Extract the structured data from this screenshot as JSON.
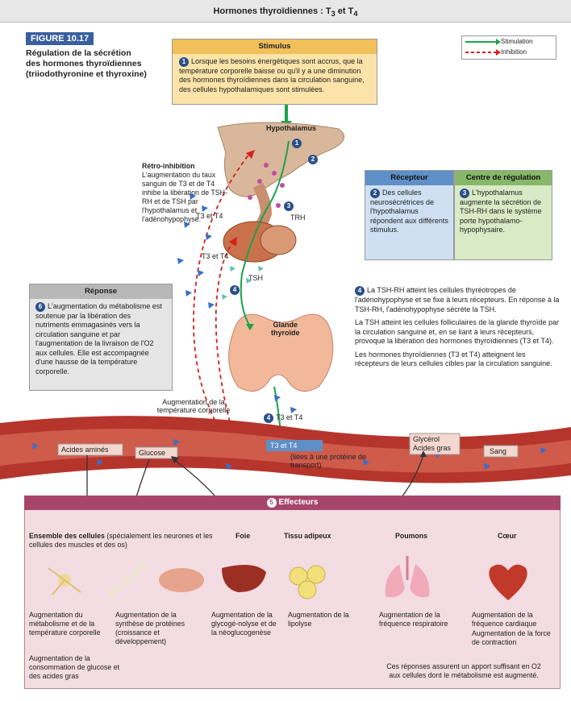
{
  "header": {
    "title": "Hormones thyroïdiennes : T",
    "sub3": "3",
    "mid": " et T",
    "sub4": "4"
  },
  "figure": {
    "label": "FIGURE 10.17",
    "title": "Régulation de la sécrétion des hormones thyroïdiennes (triiodothyronine et thyroxine)"
  },
  "legend": {
    "stimulation": "Stimulation",
    "inhibition": "Inhibition"
  },
  "stimulus": {
    "title": "Stimulus",
    "num": "1",
    "text": "Lorsque les besoins énergétiques sont accrus, que la température corporelle baisse ou qu'il y a une diminution des hormones thyroïdiennes dans la circulation sanguine, des cellules hypothalamiques sont stimulées."
  },
  "labels": {
    "hypothalamus": "Hypothalamus",
    "trh": "TRH",
    "tsh": "TSH",
    "glande1": "Glande",
    "glande2": "thyroïde",
    "t3t4": "T3 et T4",
    "t3t4b": "T3 et T4",
    "t3t4c": "T3 et T4",
    "t3t4_blood": "T3 et T4",
    "bound": "(liées à une protéine de transport)",
    "aa": "Acides aminés",
    "glucose": "Glucose",
    "glycerol": "Glycérol",
    "acides_gras": "Acides gras",
    "sang": "Sang",
    "temp": "Augmentation de la température corporelle",
    "n1": "1",
    "n2": "2",
    "n3": "3",
    "n4": "4",
    "n4b": "4"
  },
  "retro": {
    "title": "Rétro-inhibition",
    "text": "L'augmentation du taux sanguin de T3 et de T4 inhibe la libération de TSH-RH et de TSH par l'hypothalamus et l'adénohypophyse."
  },
  "recepteur": {
    "title": "Récepteur",
    "num": "2",
    "text": "Des cellules neurosécrétrices de l'hypothalamus répondent aux différents stimulus."
  },
  "centre": {
    "title": "Centre de régulation",
    "num": "3",
    "text": "L'hypothalamus augmente la sécrétion de TSH-RH dans le système porte hypothalamo-hypophysaire."
  },
  "reponse": {
    "title": "Réponse",
    "num": "6",
    "text": "L'augmentation du métabolisme est soutenue par la libération des nutriments emmagasinés vers la circulation sanguine et par l'augmentation de la livraison de l'O2 aux cellules. Elle est accompagnée d'une hausse de la température corporelle."
  },
  "step4": {
    "num": "4",
    "p1": "La TSH-RH atteint les cellules thyréotropes de l'adénohypophyse et se fixe à leurs récepteurs. En réponse à la TSH-RH, l'adénohypophyse sécrète la TSH.",
    "p2": "La TSH atteint les cellules folliculaires de la glande thyroïde par la circulation sanguine et, en se liant à leurs récepteurs, provoque la libération des hormones thyroïdiennes (T3 et T4).",
    "p3": "Les hormones thyroïdiennes (T3 et T4) atteignent les récepteurs de leurs cellules cibles par la circulation sanguine."
  },
  "effecteurs": {
    "title": "Effecteurs",
    "num": "5",
    "ensemble": "Ensemble des cellules",
    "ensemble_note": "(spécialement les neurones et les cellules des muscles et des os)",
    "foie": "Foie",
    "adipeux": "Tissu adipeux",
    "poumons": "Poumons",
    "coeur": "Cœur",
    "e1": "Augmentation du métabolisme et de la température corporelle",
    "e2": "Augmentation de la synthèse de protéines (croissance et développement)",
    "e3": "Augmentation de la glycogé-nolyse et de la néoglucogenèse",
    "e4": "Augmentation de la lipolyse",
    "e5": "Augmentation de la fréquence respiratoire",
    "e6a": "Augmentation de la fréquence cardiaque",
    "e6b": "Augmentation de la force de contraction",
    "e7": "Augmentation de la consommation de glucose et des acides gras",
    "note": "Ces réponses assurent un apport suffisant en O2 aux cellules dont le métabolisme est augmenté."
  },
  "colors": {
    "stimulation": "#1aa34a",
    "inhibition": "#d62020"
  }
}
